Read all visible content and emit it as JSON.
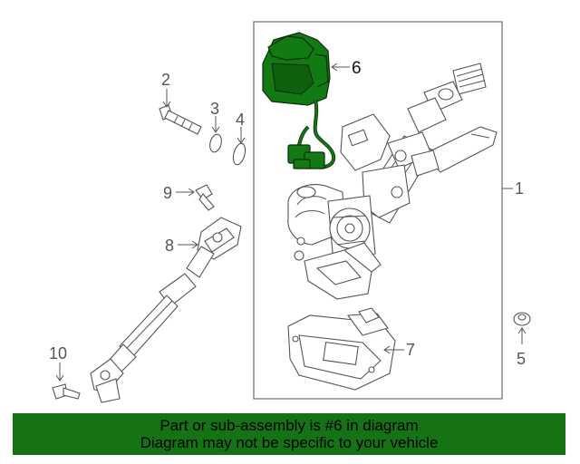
{
  "callouts": {
    "c1": "1",
    "c2": "2",
    "c3": "3",
    "c4": "4",
    "c5": "5",
    "c6": "6",
    "c7": "7",
    "c8": "8",
    "c9": "9",
    "c10": "10"
  },
  "highlighted_part": "6",
  "colors": {
    "highlight": "#127a12",
    "banner": "#157315",
    "line": "#555555"
  },
  "banner": {
    "line1": "Part or sub-assembly is #6 in diagram",
    "line2": "Diagram may not be specific to your vehicle"
  }
}
